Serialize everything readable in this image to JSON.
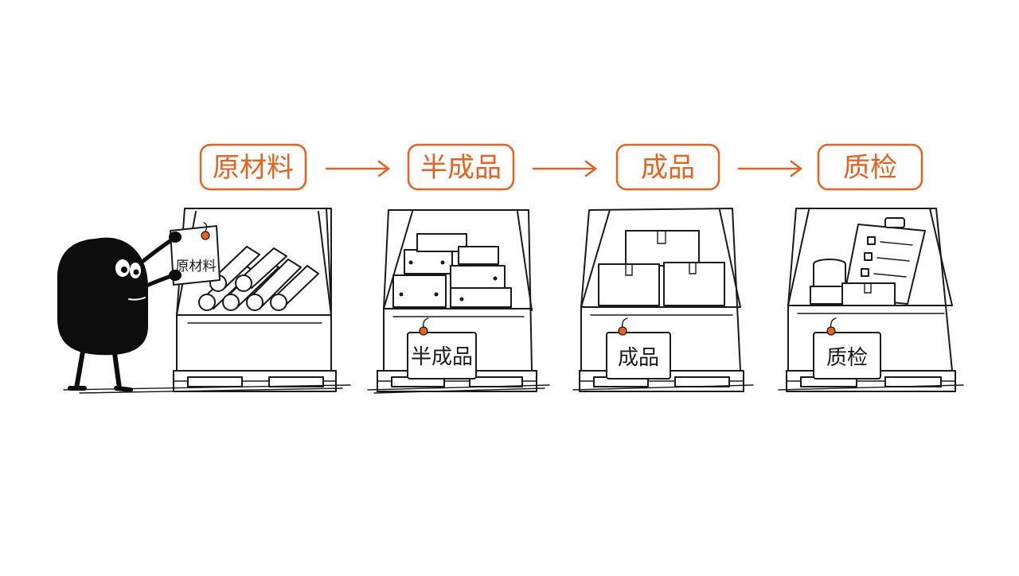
{
  "steps": [
    {
      "label": "原材料",
      "bin_tag": "",
      "contents": "cylindrical-rods"
    },
    {
      "label": "半成品",
      "bin_tag": "半成品",
      "contents": "small-parts-boxes"
    },
    {
      "label": "成品",
      "bin_tag": "成品",
      "contents": "cardboard-boxes"
    },
    {
      "label": "质检",
      "bin_tag": "质检",
      "contents": "clipboard-checklist"
    }
  ],
  "character": {
    "held_sign": "原材料"
  },
  "colors": {
    "accent": "#e8621f",
    "ink": "#1a1a1a",
    "background": "#ffffff"
  }
}
